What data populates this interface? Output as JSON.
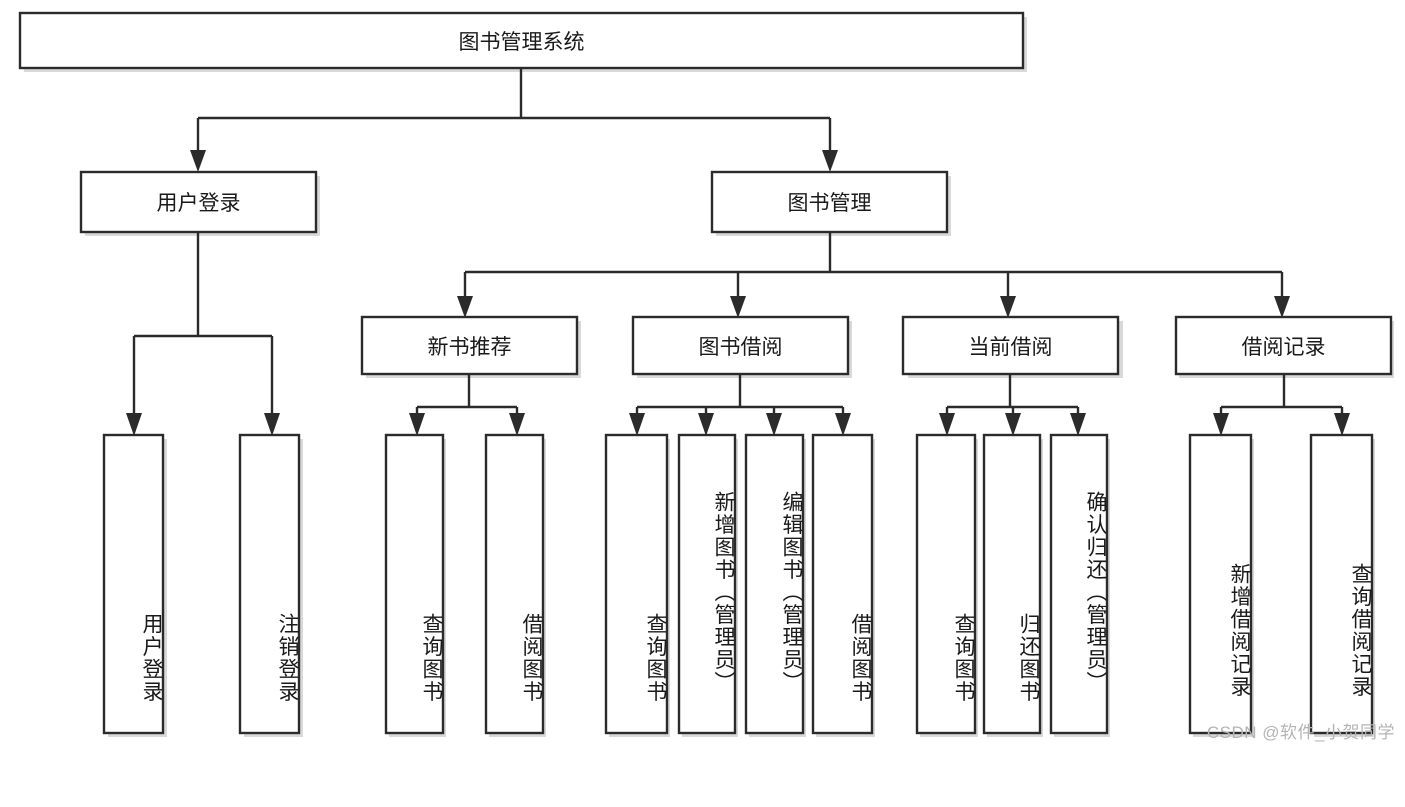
{
  "diagram": {
    "type": "hierarchy-tree",
    "title": "图书管理系统",
    "orientation": "top-down",
    "colors": {
      "stroke": "#2b2b2b",
      "fill": "#ffffff",
      "text": "#1a1a1a",
      "shadow": "#b9b9b9",
      "watermark": "#b4b4b4"
    },
    "nodes": {
      "root": {
        "label": "图书管理系统",
        "level": 0,
        "text_orientation": "horizontal"
      },
      "level1": [
        {
          "id": "user-login",
          "label": "用户登录",
          "text_orientation": "horizontal"
        },
        {
          "id": "book-management",
          "label": "图书管理",
          "text_orientation": "horizontal"
        }
      ],
      "level2": [
        {
          "id": "new-book-recommend",
          "label": "新书推荐",
          "parent": "book-management",
          "text_orientation": "horizontal"
        },
        {
          "id": "book-borrow",
          "label": "图书借阅",
          "parent": "book-management",
          "text_orientation": "horizontal"
        },
        {
          "id": "current-borrow",
          "label": "当前借阅",
          "parent": "book-management",
          "text_orientation": "horizontal"
        },
        {
          "id": "borrow-record",
          "label": "借阅记录",
          "parent": "book-management",
          "text_orientation": "horizontal"
        }
      ],
      "leaves": [
        {
          "id": "leaf-user-login",
          "label": "用户登录",
          "parent": "user-login",
          "text_orientation": "vertical"
        },
        {
          "id": "leaf-user-logout",
          "label": "注销登录",
          "parent": "user-login",
          "text_orientation": "vertical"
        },
        {
          "id": "leaf-query-book-1",
          "label": "查询图书",
          "parent": "new-book-recommend",
          "text_orientation": "vertical"
        },
        {
          "id": "leaf-borrow-book-1",
          "label": "借阅图书",
          "parent": "new-book-recommend",
          "text_orientation": "vertical"
        },
        {
          "id": "leaf-query-book-2",
          "label": "查询图书",
          "parent": "book-borrow",
          "text_orientation": "vertical"
        },
        {
          "id": "leaf-add-book",
          "label": "新增图书（管理员）",
          "parent": "book-borrow",
          "text_orientation": "vertical"
        },
        {
          "id": "leaf-edit-book",
          "label": "编辑图书（管理员）",
          "parent": "book-borrow",
          "text_orientation": "vertical"
        },
        {
          "id": "leaf-borrow-book-2",
          "label": "借阅图书",
          "parent": "book-borrow",
          "text_orientation": "vertical"
        },
        {
          "id": "leaf-query-book-3",
          "label": "查询图书",
          "parent": "current-borrow",
          "text_orientation": "vertical"
        },
        {
          "id": "leaf-return-book",
          "label": "归还图书",
          "parent": "current-borrow",
          "text_orientation": "vertical"
        },
        {
          "id": "leaf-confirm-return",
          "label": "确认归还（管理员）",
          "parent": "current-borrow",
          "text_orientation": "vertical"
        },
        {
          "id": "leaf-add-borrow-record",
          "label": "新增借阅记录",
          "parent": "borrow-record",
          "text_orientation": "vertical"
        },
        {
          "id": "leaf-query-borrow-record",
          "label": "查询借阅记录",
          "parent": "borrow-record",
          "text_orientation": "vertical"
        }
      ]
    }
  },
  "watermark": {
    "text": "CSDN @软件_小贺同学"
  }
}
